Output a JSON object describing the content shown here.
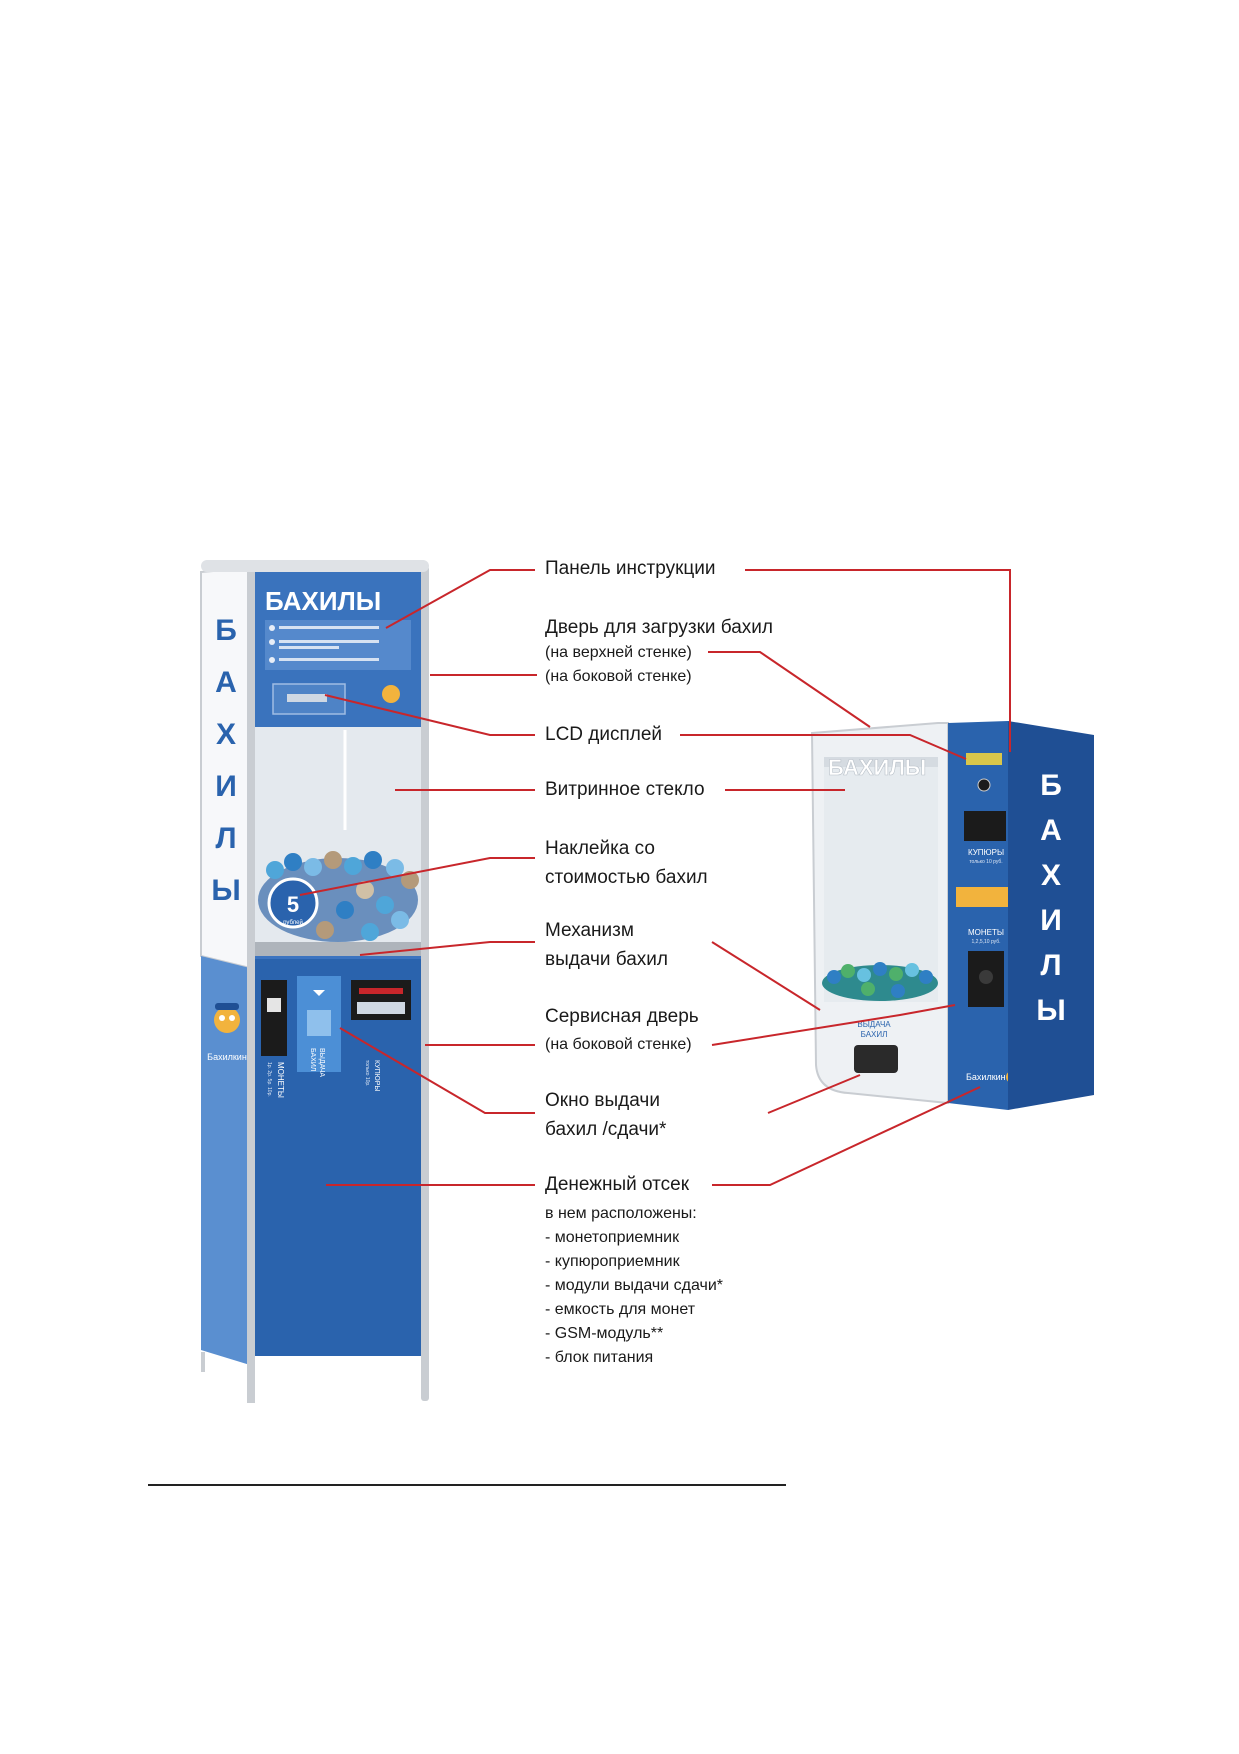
{
  "labels": {
    "instruction_panel": "Панель инструкции",
    "loading_door": "Дверь для загрузки бахил",
    "loading_door_top": "(на верхней стенке)",
    "loading_door_side": "(на боковой стенке)",
    "lcd": "LCD дисплей",
    "glass": "Витринное стекло",
    "sticker_1": "Наклейка со",
    "sticker_2": "стоимостью бахил",
    "mechanism_1": "Механизм",
    "mechanism_2": "выдачи бахил",
    "service_door": "Сервисная дверь",
    "service_door_side": "(на боковой стенке)",
    "window_1": "Окно выдачи",
    "window_2": "бахил /сдачи*",
    "money_compartment": "Денежный отсек",
    "money_intro": "в нем расположены:",
    "money_items": [
      "- монетоприемник",
      "- купюроприемник",
      "- модули выдачи сдачи*",
      "- емкость для монет",
      "- GSM-модуль**",
      "- блок питания"
    ]
  },
  "tall_machine": {
    "title": "БАХИЛЫ",
    "side_letters": [
      "Б",
      "А",
      "Х",
      "И",
      "Л",
      "Ы"
    ],
    "brand": "Бахилкин",
    "price": "5",
    "price_unit": "рублей",
    "coins_label": "МОНЕТЫ",
    "coins_sub": "1р. 2р. 5р. 10р.",
    "dispense_label_1": "ВЫДАЧА",
    "dispense_label_2": "БАХИЛ",
    "bills_label": "КУПЮРЫ",
    "bills_sub": "только 10р."
  },
  "wall_machine": {
    "title": "БАХИЛЫ",
    "side_letters": [
      "Б",
      "А",
      "Х",
      "И",
      "Л",
      "Ы"
    ],
    "brand": "Бахилкин",
    "bills_label": "КУПЮРЫ",
    "bills_sub": "только 10 руб.",
    "coins_label": "МОНЕТЫ",
    "coins_sub": "1,2,5,10 руб.",
    "dispense_label_1": "ВЫДАЧА",
    "dispense_label_2": "БАХИЛ"
  },
  "colors": {
    "leader": "#c8262b",
    "machine_blue": "#2a63ad",
    "machine_blue_dark": "#1f4f94",
    "frame_silver": "#c9cdd2"
  }
}
